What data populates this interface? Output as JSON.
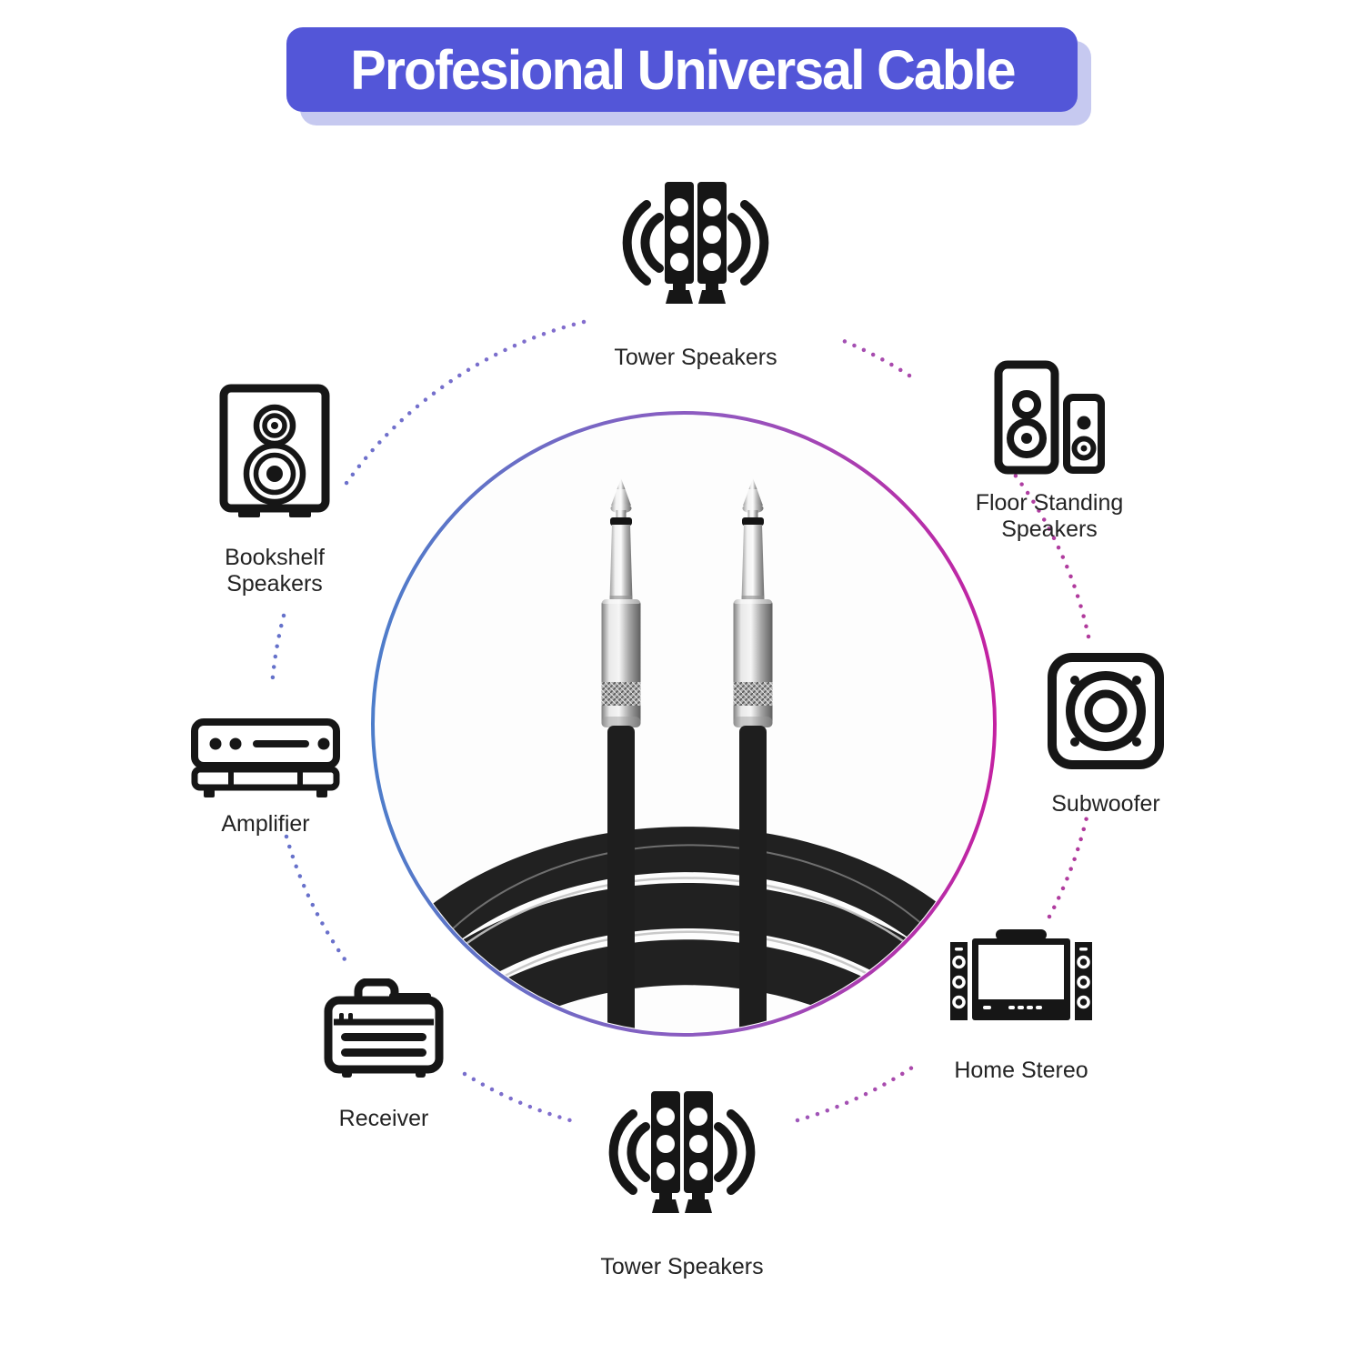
{
  "banner": {
    "title": "Profesional Universal Cable",
    "bg_color": "#5356d8",
    "shadow_color": "#c6c9f0",
    "text_color": "#ffffff"
  },
  "devices": [
    {
      "id": "tower-speakers-top",
      "label": "Tower Speakers",
      "icon": "tower-speakers-icon"
    },
    {
      "id": "floor-standing-speakers",
      "label": "Floor Standing Speakers",
      "icon": "floor-standing-speakers-icon"
    },
    {
      "id": "subwoofer",
      "label": "Subwoofer",
      "icon": "subwoofer-icon"
    },
    {
      "id": "home-stereo",
      "label": "Home Stereo",
      "icon": "home-stereo-icon"
    },
    {
      "id": "tower-speakers-bottom",
      "label": "Tower Speakers",
      "icon": "tower-speakers-icon"
    },
    {
      "id": "receiver",
      "label": "Receiver",
      "icon": "receiver-icon"
    },
    {
      "id": "amplifier",
      "label": "Amplifier",
      "icon": "amplifier-icon"
    },
    {
      "id": "bookshelf-speakers",
      "label": "Bookshelf Speakers",
      "icon": "bookshelf-speakers-icon"
    }
  ],
  "center_image": {
    "subject": "quarter-inch TS audio cable with two silver plugs and coiled black cable",
    "ring_gradient": [
      "#4d7dca",
      "#9159c0",
      "#c321a1"
    ]
  },
  "colors": {
    "dotted_circle_blue": "#6471ca",
    "dotted_circle_magenta": "#b1399b",
    "icon_color": "#161616",
    "label_color": "#232323"
  }
}
